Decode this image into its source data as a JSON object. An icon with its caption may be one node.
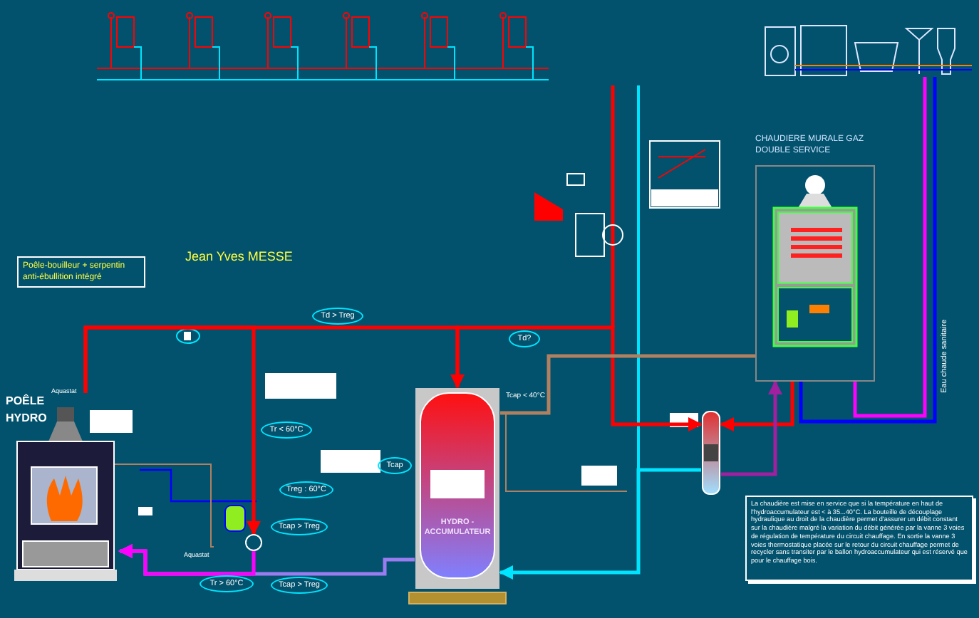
{
  "diagram": {
    "nodes": [
      {
        "text": [
          "Poêle-bouilleur + serpentin anti-ébullition intégré"
        ]
      },
      {
        "text": [
          "POÊLE HYDRO"
        ]
      },
      {
        "text": [
          "HYDRO - ACCUMULATEUR"
        ],
        "beside": [
          "Tcap < 40°C"
        ]
      },
      {
        "text": [
          "CHAUDIERE MURALE GAZ DOUBLE SERVICE"
        ]
      },
      {
        "text": [],
        "shape": "cylinder"
      },
      {
        "text": [
          "La chaudière est mise en service que si la température en haut de l'hydroaccumulateur est < à 35...40°C. La bouteille de découplage hydraulique au droit de la chaudière permet d'assurer un débit constant sur la chaudière malgré la variation du débit générée par la vanne 3 voies de régulation de température du circuit chauffage. En sortie la vanne 3 voies thermostatique placée sur le retour du circuit chauffage permet de recycler sans transiter par le ballon hydroaccumulateur qui est réservé que pour le chauffage bois."
        ]
      },
      {
        "text": [
          "Td > Treg"
        ]
      },
      {
        "text": [
          "Td?"
        ]
      },
      {
        "text": [
          "Tr < 60°C"
        ]
      },
      {
        "text": [
          "Tcap"
        ]
      },
      {
        "text": [
          "Treg : 60°C"
        ]
      },
      {
        "text": [
          "Tcap > Treg"
        ]
      },
      {
        "text": [
          "Tr > 60°C"
        ]
      },
      {
        "text": [
          "Tcap > Treg"
        ]
      },
      {
        "text": [],
        "shape": "picture"
      },
      {
        "text": [],
        "shape": "circle"
      }
    ],
    "edges": [
      {
        "from": 1,
        "to": 2,
        "arrow": "to",
        "color": "#ff0000"
      },
      {
        "from": 2,
        "to": 1,
        "arrow": "to",
        "color": "#9a7cf0"
      },
      {
        "from": 2,
        "to": 4,
        "arrow": "to",
        "color": "#ff0000"
      },
      {
        "from": 4,
        "to": 2,
        "arrow": "to",
        "color": "#00e5ff"
      },
      {
        "from": 3,
        "to": 4,
        "arrow": "to",
        "color": "#ff0000"
      },
      {
        "from": 4,
        "to": 3,
        "arrow": "to",
        "color": "#a020a0"
      },
      {
        "from": 3,
        "to": 14,
        "arrow": "none",
        "color": "#ff00ff"
      },
      {
        "from": 14,
        "to": 3,
        "arrow": "none",
        "color": "#0000ff"
      },
      {
        "from": 2,
        "to": 3,
        "arrow": "none",
        "color": "#b08060"
      },
      {
        "from": 1,
        "to": 15,
        "arrow": "to",
        "color": "#ff0000"
      },
      {
        "from": 15,
        "to": 1,
        "arrow": "to",
        "color": "#ff00ff"
      }
    ],
    "labels": [
      "Jean Yves MESSE",
      "Aquastat",
      "Aquastat",
      "Eau chaude sanitaire"
    ]
  }
}
